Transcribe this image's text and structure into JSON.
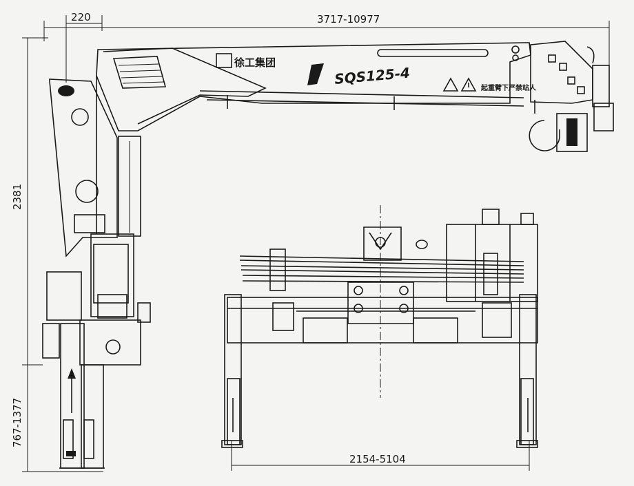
{
  "dimensions": {
    "top_offset": "220",
    "boom_length": "3717-10977",
    "height": "2381",
    "leg_extension": "767-1377",
    "outrigger_span": "2154-5104"
  },
  "boom_labels": {
    "brand_cn": "徐工集团",
    "model": "SQS125-4",
    "warning_cn": "起重臂下严禁站人"
  },
  "colors": {
    "ink": "#1a1a1a",
    "paper": "#f4f4f2"
  }
}
